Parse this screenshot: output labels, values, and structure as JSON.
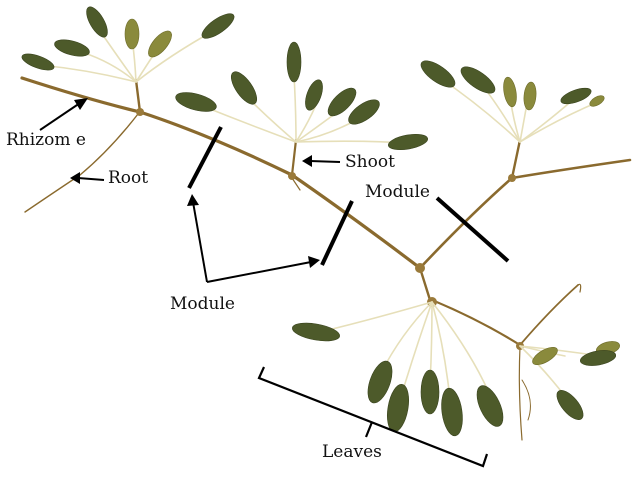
{
  "labels": {
    "rhizome": "Rhizom e",
    "root": "Root",
    "shoot": "Shoot",
    "module_right": "Module",
    "module_bottom": "Module",
    "leaves": "Leaves"
  },
  "colors": {
    "stem": "#8a6a2e",
    "leaf": "#4d5a2a",
    "petiole": "#e6dfb9",
    "annotation": "#000000",
    "background": "#ffffff"
  }
}
